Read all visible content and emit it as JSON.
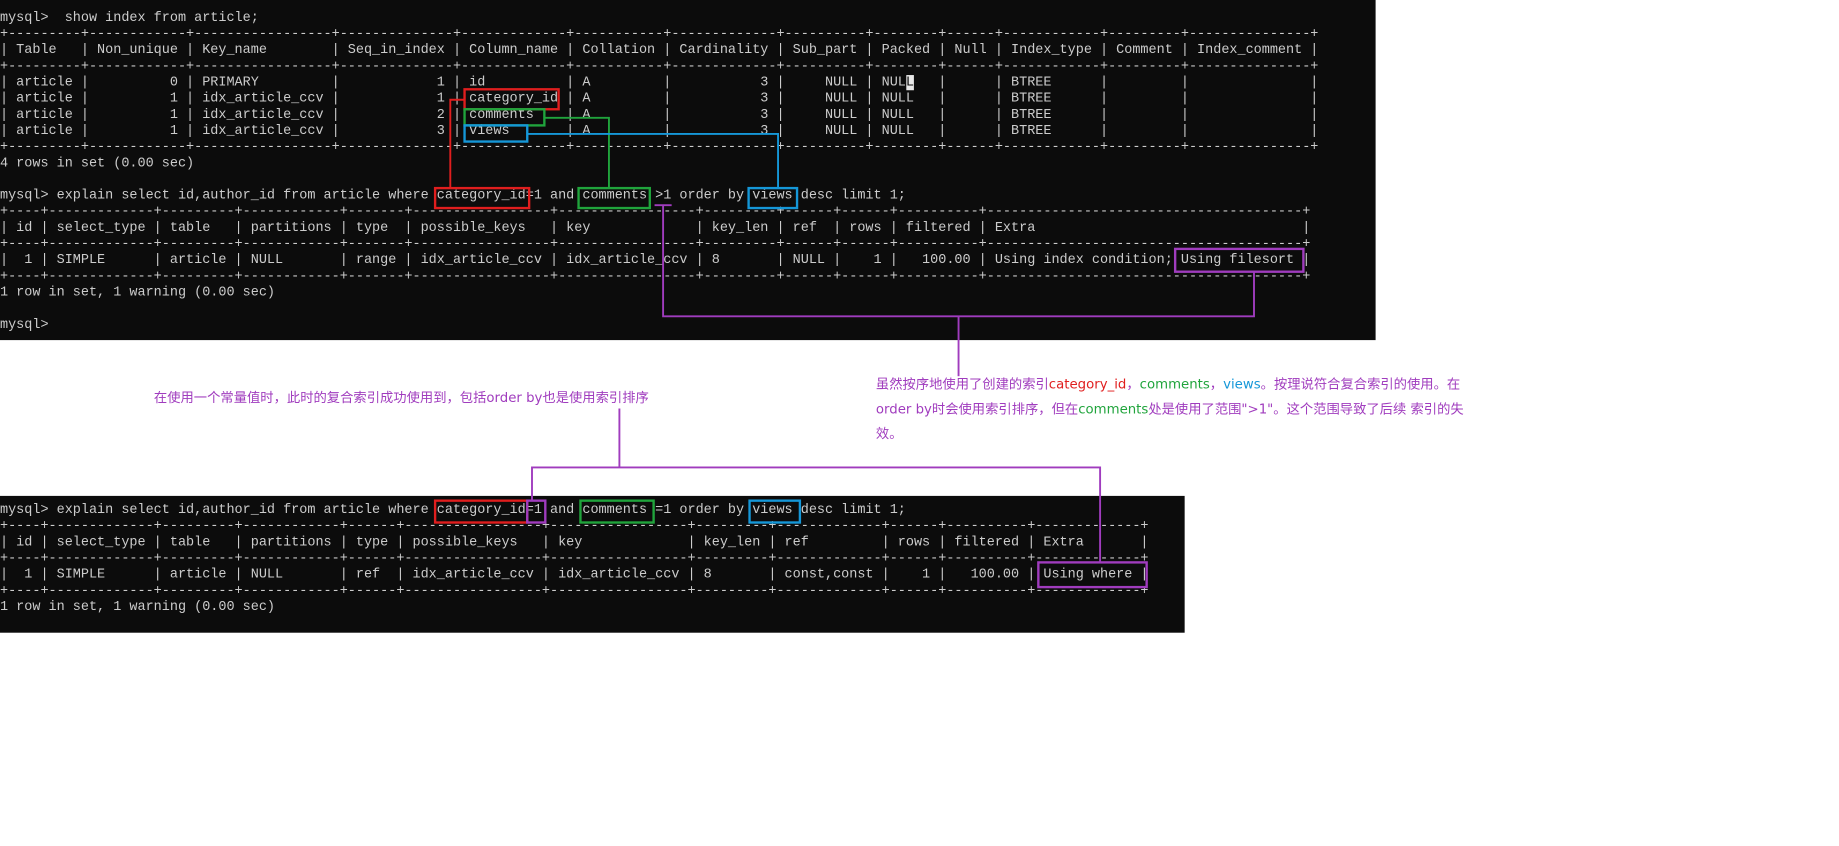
{
  "terminal1": {
    "lines": [
      "mysql>  show index from article;",
      "+---------+------------+-----------------+--------------+-------------+-----------+-------------+----------+--------+------+------------+---------+---------------+",
      "| Table   | Non_unique | Key_name        | Seq_in_index | Column_name | Collation | Cardinality | Sub_part | Packed | Null | Index_type | Comment | Index_comment |",
      "+---------+------------+-----------------+--------------+-------------+-----------+-------------+----------+--------+------+------------+---------+---------------+",
      "| article |          0 | PRIMARY         |            1 | id          | A         |           3 |     NULL | NULL   |      | BTREE      |         |               |",
      "| article |          1 | idx_article_ccv |            1 | category_id | A         |           3 |     NULL | NULL   |      | BTREE      |         |               |",
      "| article |          1 | idx_article_ccv |            2 | comments    | A         |           3 |     NULL | NULL   |      | BTREE      |         |               |",
      "| article |          1 | idx_article_ccv |            3 | views       | A         |           3 |     NULL | NULL   |      | BTREE      |         |               |",
      "+---------+------------+-----------------+--------------+-------------+-----------+-------------+----------+--------+------+------------+---------+---------------+",
      "4 rows in set (0.00 sec)",
      "mysql> explain select id,author_id from article where category_id=1 and comments >1 order by views desc limit 1;",
      "+----+-------------+---------+------------+-------+-----------------+-----------------+---------+------+------+----------+---------------------------------------+",
      "| id | select_type | table   | partitions | type  | possible_keys   | key             | key_len | ref  | rows | filtered | Extra                                 |",
      "+----+-------------+---------+------------+-------+-----------------+-----------------+---------+------+------+----------+---------------------------------------+",
      "|  1 | SIMPLE      | article | NULL       | range | idx_article_ccv | idx_article_ccv | 8       | NULL |    1 |   100.00 | Using index condition; Using filesort |",
      "+----+-------------+---------+------------+-------+-----------------+-----------------+---------+------+------+----------+---------------------------------------+",
      "1 row in set, 1 warning (0.00 sec)",
      "mysql>"
    ]
  },
  "terminal2": {
    "lines": [
      "mysql> explain select id,author_id from article where category_id=1 and comments =1 order by views desc limit 1;",
      "+----+-------------+---------+------------+------+-----------------+-----------------+---------+-------------+------+----------+-------------+",
      "| id | select_type | table   | partitions | type | possible_keys   | key             | key_len | ref         | rows | filtered | Extra       |",
      "+----+-------------+---------+------------+------+-----------------+-----------------+---------+-------------+------+----------+-------------+",
      "|  1 | SIMPLE      | article | NULL       | ref  | idx_article_ccv | idx_article_ccv | 8       | const,const |    1 |   100.00 | Using where |",
      "+----+-------------+---------+------------+------+-----------------+-----------------+---------+-------------+------+----------+-------------+",
      "1 row in set, 1 warning (0.00 sec)"
    ]
  },
  "annotations": {
    "note_constant": "在使用一个常量值时，此时的复合索引成功使用到，包括order by也是使用索引排序",
    "note_range_p1": "虽然按序地使用了创建的索引",
    "note_range_c1": "category_id",
    "note_range_sep1": "，",
    "note_range_c2": "comments",
    "note_range_sep2": "，",
    "note_range_c3": "views",
    "note_range_p2": "。按理说符合复合索引的使用。在order by时会使用索引排序，但在",
    "note_range_c4": "comments",
    "note_range_p3": "处是使用了范围\">1\"。这个范围导致了后续 索引的失效。"
  },
  "colors": {
    "terminal_bg": "#0c0c0c",
    "terminal_text": "#cccccc",
    "category_id_box": "#e01e1e",
    "comments_box": "#20a43c",
    "views_box": "#1597d8",
    "annotation_purple": "#a03cbe"
  }
}
